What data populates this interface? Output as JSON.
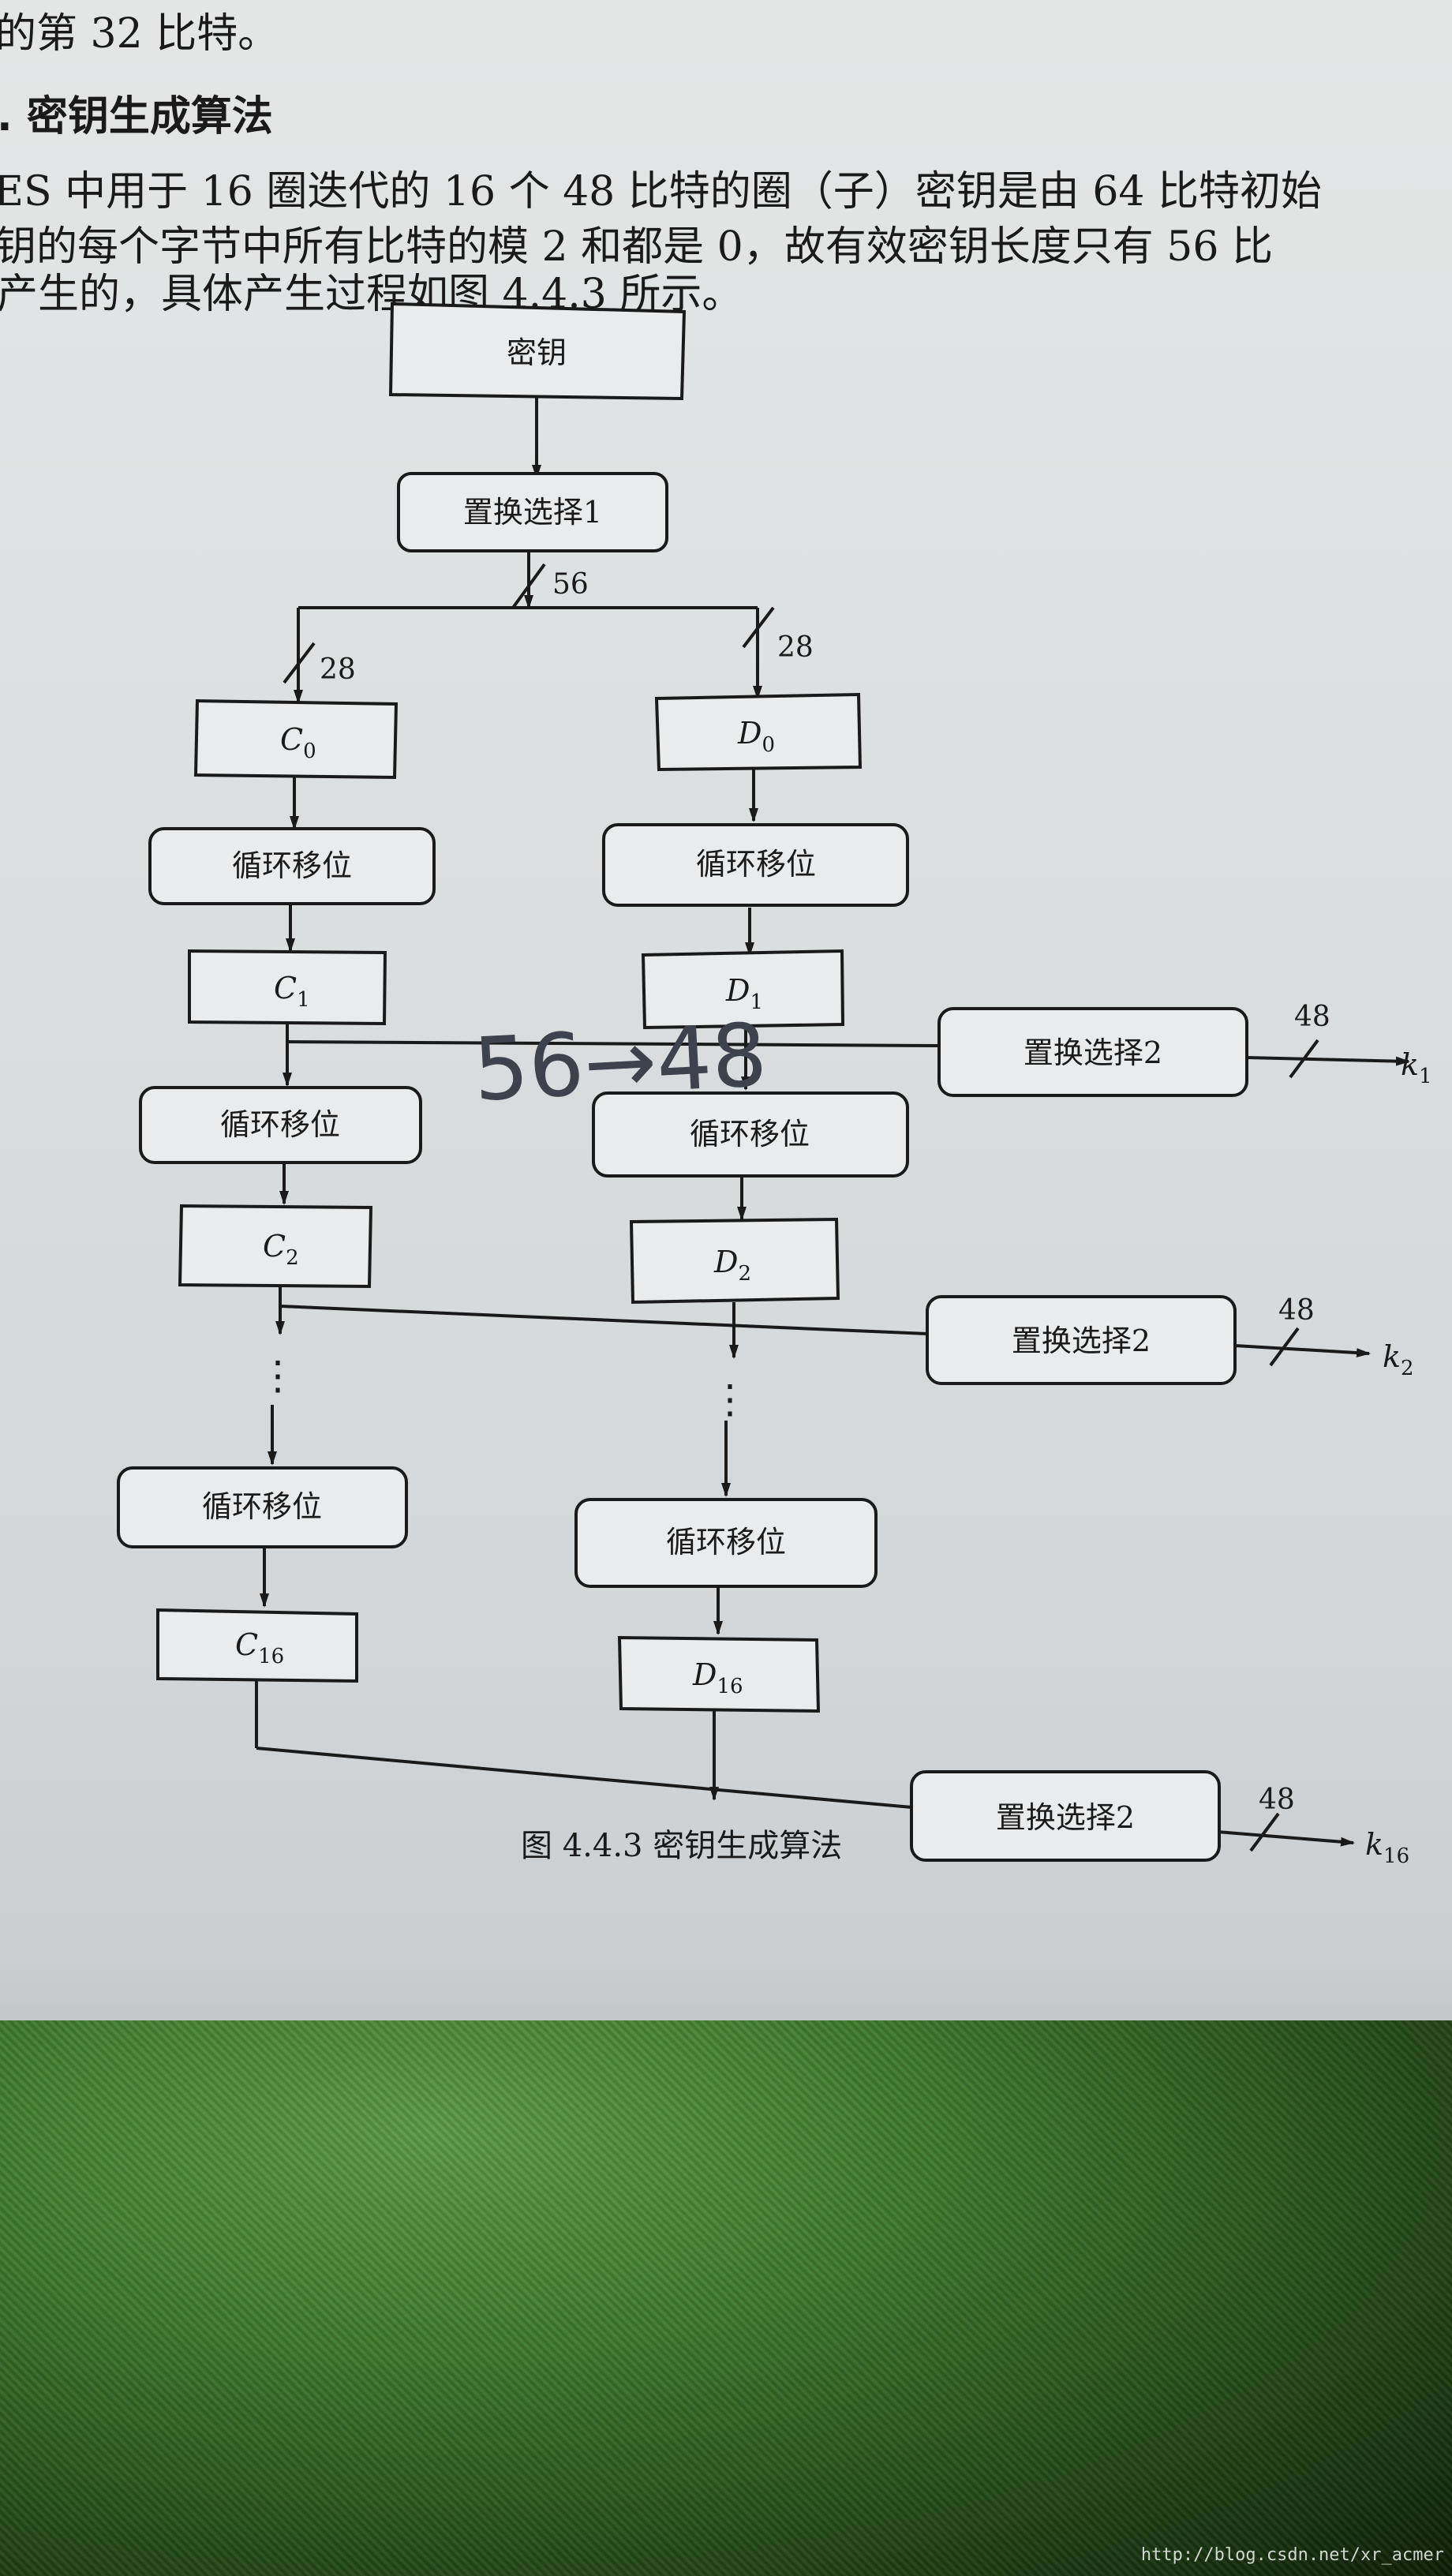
{
  "text_lines": [
    "的第 32 比特。",
    ". 密钥生成算法",
    "ES 中用于 16 圈迭代的 16 个 48 比特的圈（子）密钥是由 64 比特初始",
    "钥的每个字节中所有比特的模 2 和都是 0，故有效密钥长度只有 56 比",
    "产生的，具体产生过程如图 4.4.3 所示。"
  ],
  "diagram": {
    "key_box": "密钥",
    "pc1_box": "置换选择1",
    "bits_56": "56",
    "bits_28_left": "28",
    "bits_28_right": "28",
    "shift_label": "循环移位",
    "pc2_label": "置换选择2",
    "bits_48": "48",
    "c_label": "C",
    "d_label": "D",
    "k_label": "k",
    "sub_0": "0",
    "sub_1": "1",
    "sub_2": "2",
    "sub_16": "16",
    "ellipsis": "⋮",
    "handwriting": "56→48",
    "caption": "图 4.4.3    密钥生成算法"
  },
  "watermark": "http://blog.csdn.net/xr_acmer"
}
